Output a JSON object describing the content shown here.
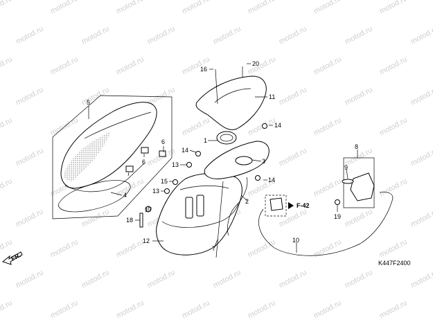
{
  "watermark": "motod.ru",
  "diagram_code": "K447F2400",
  "direction_label": "FR.",
  "reference_label": "F-42",
  "callouts": [
    "1",
    "2",
    "3",
    "4",
    "5",
    "6",
    "6",
    "7",
    "8",
    "9",
    "10",
    "11",
    "12",
    "13",
    "13",
    "14",
    "14",
    "14",
    "15",
    "16",
    "17",
    "18",
    "19",
    "20"
  ],
  "colors": {
    "line": "#000000",
    "watermark": "#cfcfcf",
    "background": "#ffffff"
  }
}
